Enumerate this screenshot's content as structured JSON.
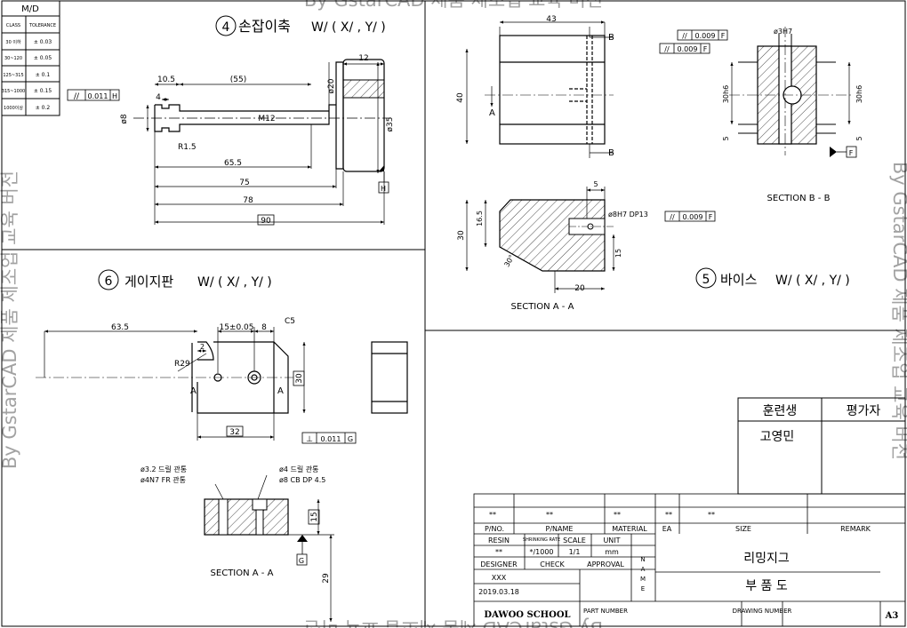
{
  "watermark": {
    "top": "By GstarCAD 제품 제조업 교육 버전",
    "bottom": "By GstarCAD 제품 제조업 교육 버전",
    "left": "By GstarCAD 제품 제조업 교육 버전",
    "right": "By GstarCAD 제품 제조업 교육 버전"
  },
  "tolerance_table": {
    "title": "M/D",
    "headers": [
      "CLASS",
      "TOLERANCE"
    ],
    "rows": [
      [
        "30 이하",
        "± 0.03"
      ],
      [
        "30~120",
        "± 0.05"
      ],
      [
        "125~315",
        "± 0.1"
      ],
      [
        "315~1000",
        "± 0.15"
      ],
      [
        "1000이상",
        "± 0.2"
      ]
    ]
  },
  "part4": {
    "number": "4",
    "name": "손잡이축",
    "finish": "W/ ( X/ , Y/ )",
    "dims": {
      "d12": "12",
      "d10_5": "10.5",
      "d55": "(55)",
      "d4": "4",
      "d8": "ø8",
      "d20": "ø20",
      "m12": "M12",
      "r15": "R1.5",
      "d65_5": "65.5",
      "d75": "75",
      "d78": "78",
      "d90": "90",
      "d35": "ø35"
    },
    "gtol": {
      "sym": "//",
      "value": "0.011",
      "datum": "H"
    },
    "datum": "H"
  },
  "part5": {
    "number": "5",
    "name": "바이스",
    "finish": "W/ ( X/ , Y/ )",
    "dims": {
      "d43": "43",
      "d40": "40",
      "d3h7": "ø3H7",
      "d30h6a": "30h6",
      "d30h6b": "30h6",
      "d5a": "5",
      "d5b": "5",
      "d5c": "5",
      "d16_5": "16.5",
      "d30": "30",
      "d30deg": "30°",
      "d8h7": "ø8H7 DP13",
      "d15": "15",
      "d20": "20"
    },
    "gtol1": {
      "sym": "//",
      "value": "0.009",
      "datum": "F"
    },
    "gtol2": {
      "sym": "//",
      "value": "0.009",
      "datum": "F"
    },
    "gtol3": {
      "sym": "//",
      "value": "0.009",
      "datum": "F"
    },
    "cut_b": "B",
    "cut_a": "A",
    "datum": "F",
    "section_bb": "SECTION B - B",
    "section_aa": "SECTION A - A"
  },
  "part6": {
    "number": "6",
    "name": "게이지판",
    "finish": "W/ ( X/ , Y/ )",
    "dims": {
      "d63_5": "63.5",
      "d15": "15±0.05",
      "d8": "8",
      "c5": "C5",
      "d2": "2",
      "r29": "R29",
      "d30": "30",
      "d32": "32",
      "d15b": "15",
      "d29": "29"
    },
    "gtol": {
      "sym": "⊥",
      "value": "0.011",
      "datum": "G"
    },
    "notes": [
      "ø3.2 드릴 관통",
      "ø4N7 FR 관통",
      "ø4 드릴 관통",
      "ø8 CB DP 4.5"
    ],
    "cut_a": "A",
    "datum": "G",
    "section": "SECTION A - A"
  },
  "trainee_box": {
    "head1": "훈련생",
    "head2": "평가자",
    "name": "고영민"
  },
  "title_block": {
    "row1": [
      "**",
      "**",
      "**",
      "**",
      "**"
    ],
    "h_pno": "P/NO.",
    "h_pname": "P/NAME",
    "h_material": "MATERIAL",
    "h_ea": "EA",
    "h_size": "SIZE",
    "h_remark": "REMARK",
    "h_resin": "RESIN",
    "h_shrink": "SHRINKING RATE",
    "h_scale": "SCALE",
    "h_unit": "UNIT",
    "v_resin": "**",
    "v_shrink": "*/1000",
    "v_scale": "1/1",
    "v_unit": "mm",
    "h_designer": "DESIGNER",
    "h_check": "CHECK",
    "h_approval": "APPROVAL",
    "v_designer": "XXX",
    "date": "2019.03.18",
    "name_label": [
      "N",
      "A",
      "M",
      "E"
    ],
    "title1": "리밍지그",
    "title2": "부 품 도",
    "school": "DAWOO SCHOOL",
    "part_number": "PART NUMBER",
    "drawing_number": "DRAWING NUMBER",
    "sheet": "A3"
  }
}
